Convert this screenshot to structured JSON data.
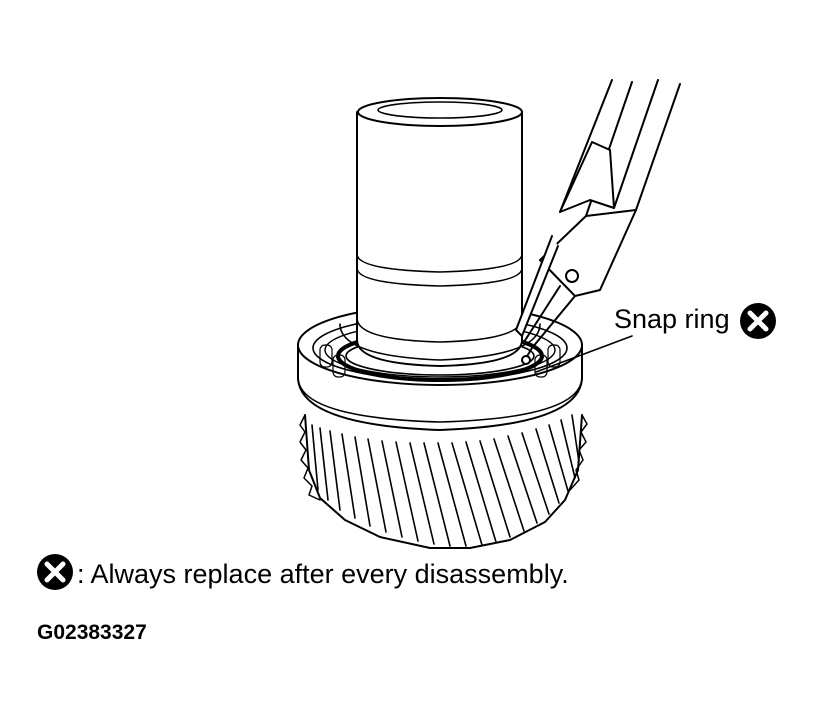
{
  "callout": {
    "label": "Snap ring",
    "icon": "replace-x-icon"
  },
  "legend": {
    "icon": "replace-x-icon",
    "text": ": Always replace after every disassembly."
  },
  "figure_id": "G02383327"
}
